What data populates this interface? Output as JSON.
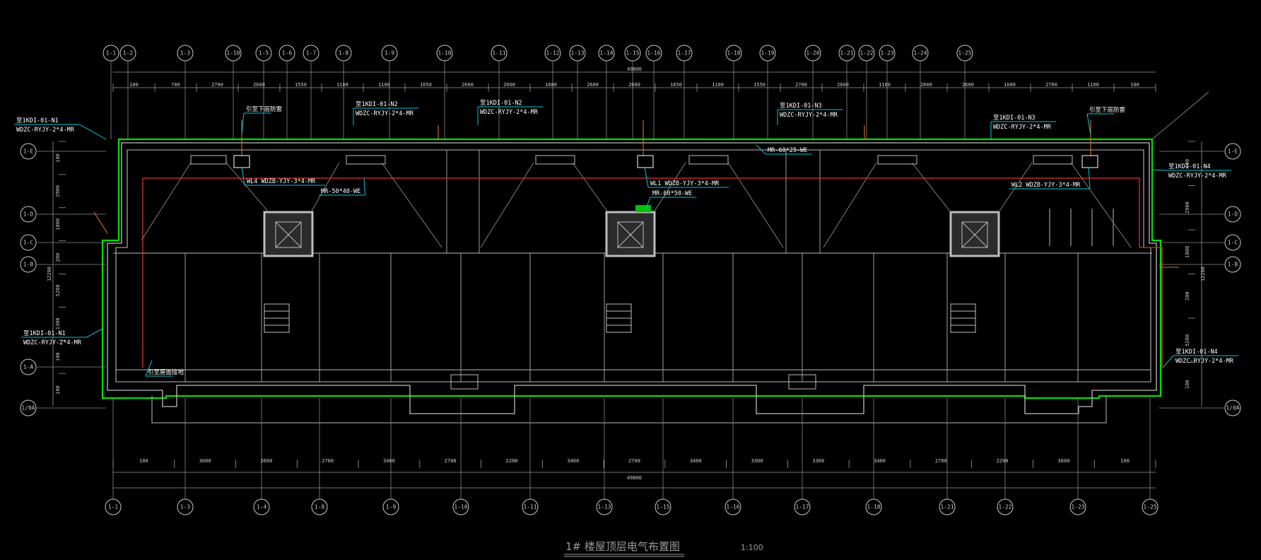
{
  "title": "1# 楼屋顶层电气布置图",
  "scale": "1:100",
  "grid_top": [
    "1-1",
    "1-2",
    "1-3",
    "1-10",
    "1-5",
    "1-6",
    "1-7",
    "1-8",
    "1-9",
    "1-10",
    "1-11",
    "1-12",
    "1-13",
    "1-14",
    "1-15",
    "1-16",
    "1-17",
    "1-18",
    "1-19",
    "1-20",
    "1-21",
    "1-22",
    "1-23",
    "1-24",
    "1-25"
  ],
  "grid_bottom": [
    "1-1",
    "1-3",
    "1-4",
    "1-8",
    "1-9",
    "1-10",
    "1-11",
    "1-13",
    "1-15",
    "1-16",
    "1-17",
    "1-18",
    "1-21",
    "1-22",
    "1-23",
    "1-25"
  ],
  "grid_left": [
    "1-E",
    "1-D",
    "1-C",
    "1-B",
    "1-A",
    "1/0A"
  ],
  "grid_right": [
    "1-E",
    "1-D",
    "1-C",
    "1-B",
    "1/0A"
  ],
  "dims_top": [
    "100",
    "700",
    "2700",
    "2600",
    "1550",
    "1100",
    "1100",
    "1650",
    "2600",
    "2600",
    "1600",
    "2600",
    "2600",
    "1650",
    "1100",
    "1550",
    "2700",
    "2600",
    "1100",
    "2600",
    "2600",
    "1600",
    "2700",
    "1100",
    "100"
  ],
  "dims_top_total": "49800",
  "dims_bottom": [
    "100",
    "3000",
    "2600",
    "2700",
    "3400",
    "2700",
    "2200",
    "3400",
    "2700",
    "3400",
    "3300",
    "3300",
    "3400",
    "2700",
    "2200",
    "3600",
    "100"
  ],
  "dims_bottom_total": "49800",
  "dims_left": [
    "100",
    "2900",
    "1800",
    "200",
    "5200",
    "1300",
    "100",
    "100"
  ],
  "dims_left_total": "12200",
  "dims_right": [
    "100",
    "2900",
    "1800",
    "200",
    "5200",
    "100"
  ],
  "dims_right_total": "12200",
  "annotations": [
    {
      "line1": "至1KDI-01-N1",
      "line2": "WDZC-RYJY-2*4-MR"
    },
    {
      "line1": "引至下层防雷",
      "line2": ""
    },
    {
      "line1": "至1KDI-01-N2",
      "line2": "WDZC-RYJY-2*4-MR"
    },
    {
      "line1": "至1KDI-01-N2",
      "line2": "WDZC-RYJY-2*4-MR"
    },
    {
      "line1": "至1KDI-01-N3",
      "line2": "WDZC-RYJY-2*4-MR"
    },
    {
      "line1": "MR-60*25-WE",
      "line2": ""
    },
    {
      "line1": "至1KDI-01-N3",
      "line2": "WDZC-RYJY-2*4-MR"
    },
    {
      "line1": "引至下层防雷",
      "line2": ""
    },
    {
      "line1": "至1KDI-01-N4",
      "line2": "WDZC-RYJY-2*4-MR"
    },
    {
      "line1": "WL4  WDZB-YJY-3*4-MR",
      "line2": ""
    },
    {
      "line1": "MR-50*40-WE",
      "line2": ""
    },
    {
      "line1": "WL1  WDZB-YJY-3*4-MR",
      "line2": ""
    },
    {
      "line1": "MR-60*50-WE",
      "line2": ""
    },
    {
      "line1": "WL2  WDZB-YJY-3*4-MR",
      "line2": ""
    },
    {
      "line1": "至1KDI-01-N1",
      "line2": "WDZC-RYJY-2*4-MR"
    },
    {
      "line1": "引至屋面接地",
      "line2": ""
    },
    {
      "line1": "至1KDI-01-N4",
      "line2": "WDZC-RYJY-2*4-MR"
    }
  ],
  "colors": {
    "lightning_belt": "#00e000",
    "cable": "#e03030",
    "leader": "#00c8d8",
    "wall": "#bdbdbd",
    "background": "#000000"
  }
}
